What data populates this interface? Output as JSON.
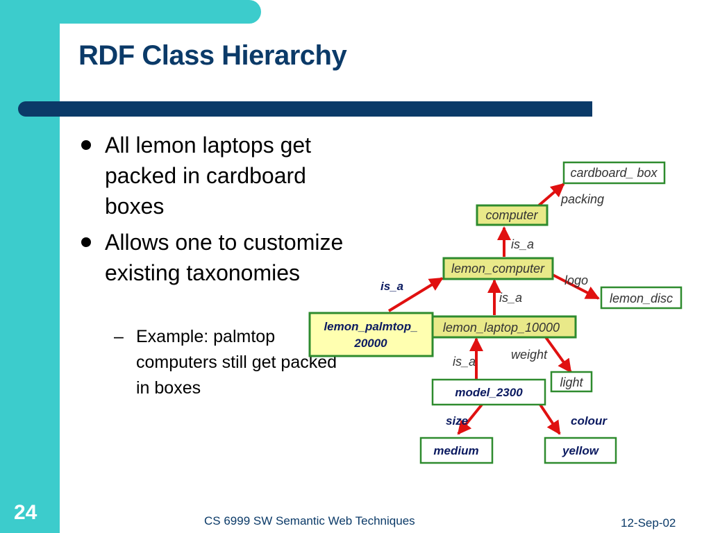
{
  "slide": {
    "title": "RDF Class Hierarchy",
    "bullets": [
      "All lemon laptops get packed in cardboard boxes",
      "Allows one to customize existing taxonomies"
    ],
    "sub_bullet": {
      "dash": "–",
      "text": "Example: palmtop computers still get packed in boxes"
    }
  },
  "diagram": {
    "nodes": {
      "cardboard_box": "cardboard_ box",
      "computer": "computer",
      "lemon_computer": "lemon_computer",
      "lemon_disc": "lemon_disc",
      "lemon_laptop": "lemon_laptop_10000",
      "lemon_palmtop_line1": "lemon_palmtop_",
      "lemon_palmtop_line2": "20000",
      "light": "light",
      "model": "model_2300",
      "medium": "medium",
      "yellow": "yellow"
    },
    "labels": {
      "packing": "packing",
      "is_a_top": "is_a",
      "logo": "logo",
      "is_a_left": "is_a",
      "is_a_mid": "is_a",
      "weight": "weight",
      "is_a_low": "is_a",
      "size": "size",
      "colour": "colour"
    }
  },
  "footer": {
    "slide_number": "24",
    "course": "CS 6999 SW   Semantic Web Techniques",
    "date": "12-Sep-02"
  },
  "colors": {
    "teal": "#3ccccc",
    "navy": "#0b3a68",
    "node_border": "#2e8b2e",
    "node_fill_yellow": "#e9e989",
    "arrow_red": "#e01010"
  }
}
